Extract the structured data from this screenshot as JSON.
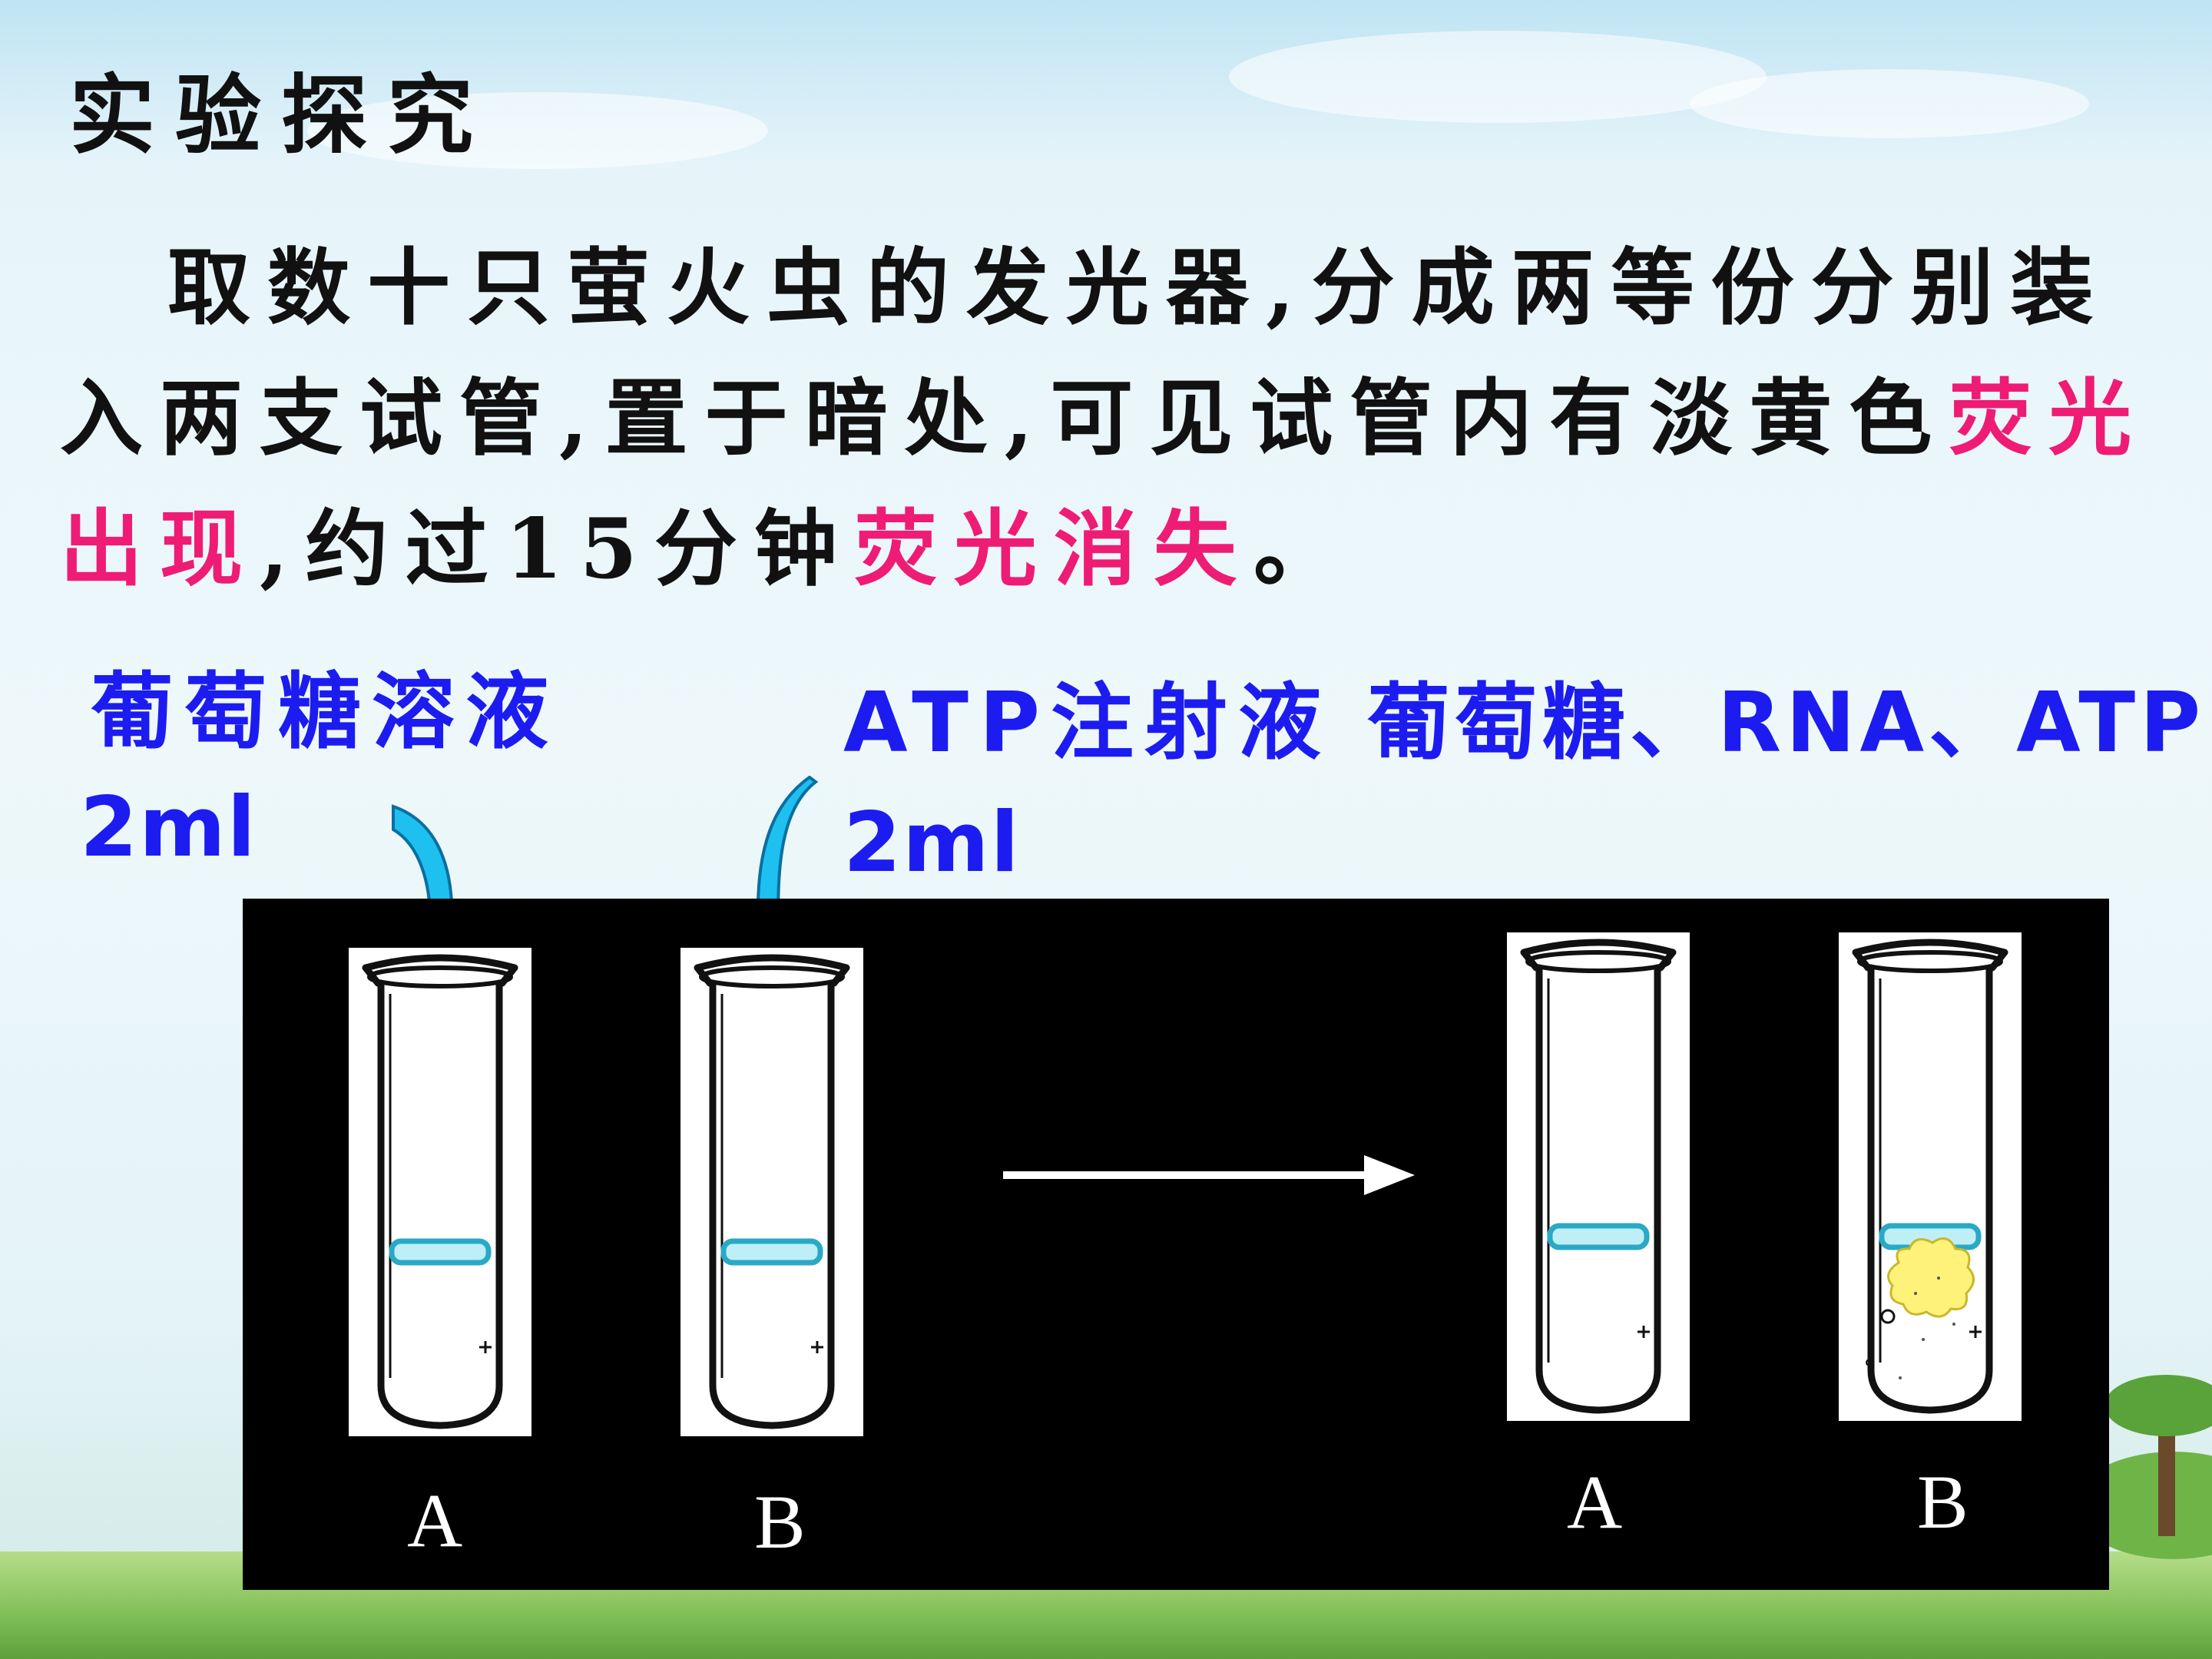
{
  "slide": {
    "title": "实验探究",
    "paragraph": {
      "part1": "取数十只萤火虫的发光器,分成两等份分别装入两支试管,置于暗处,可见试管内有淡黄色",
      "highlight1": "荧光出现",
      "part2": ",约过15分钟",
      "highlight2": "荧光消失",
      "part3": "。"
    },
    "labels": {
      "left_label_line1": "葡萄糖溶液",
      "left_label_line2": "2ml",
      "middle_label_line1": "ATP注射液",
      "middle_label_line2": "2ml",
      "right_label": "葡萄糖、RNA、ATP"
    },
    "tubes": [
      {
        "name": "tube-a-before",
        "letter": "A"
      },
      {
        "name": "tube-b-before",
        "letter": "B"
      },
      {
        "name": "tube-a-after",
        "letter": "A"
      },
      {
        "name": "tube-b-after",
        "letter": "B"
      }
    ],
    "colors": {
      "highlight": "#ee1c74",
      "label_blue": "#1c1cf0",
      "pointer_arrow": "#1ec0f0",
      "fluorescence": "#fff27a"
    }
  }
}
